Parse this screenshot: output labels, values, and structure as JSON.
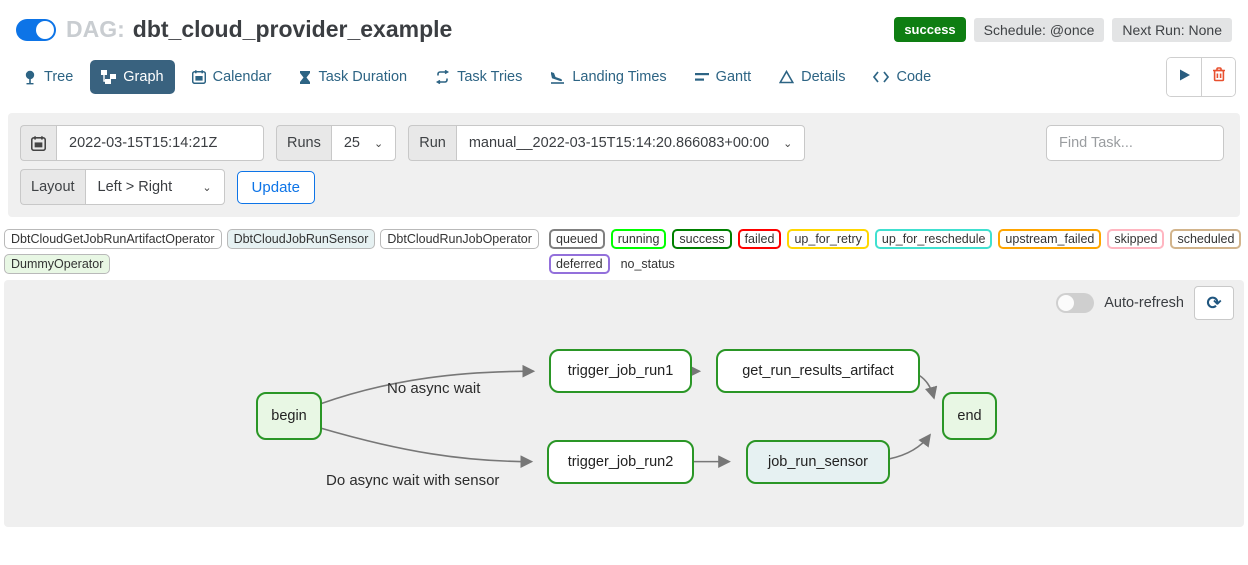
{
  "header": {
    "dag_prefix": "DAG:",
    "dag_name": "dbt_cloud_provider_example",
    "status_badge": "success",
    "schedule": "Schedule: @once",
    "next_run": "Next Run: None"
  },
  "tabs": [
    {
      "label": "Tree"
    },
    {
      "label": "Graph",
      "selected": true
    },
    {
      "label": "Calendar"
    },
    {
      "label": "Task Duration"
    },
    {
      "label": "Task Tries"
    },
    {
      "label": "Landing Times"
    },
    {
      "label": "Gantt"
    },
    {
      "label": "Details"
    },
    {
      "label": "Code"
    }
  ],
  "filter_bar": {
    "base_date": "2022-03-15T15:14:21Z",
    "runs_label": "Runs",
    "runs_value": "25",
    "run_label": "Run",
    "run_value": "manual__2022-03-15T15:14:20.866083+00:00",
    "find_task_placeholder": "Find Task...",
    "layout_label": "Layout",
    "layout_value": "Left > Right",
    "update_label": "Update"
  },
  "legend": {
    "operators": [
      {
        "label": "DbtCloudGetJobRunArtifactOperator",
        "bg": "#ffffff"
      },
      {
        "label": "DbtCloudJobRunSensor",
        "bg": "#e6f1f2"
      },
      {
        "label": "DbtCloudRunJobOperator",
        "bg": "#ffffff"
      },
      {
        "label": "DummyOperator",
        "bg": "#e8f7e4"
      }
    ],
    "statuses": [
      {
        "label": "queued",
        "color": "#808080"
      },
      {
        "label": "running",
        "color": "#00ff00"
      },
      {
        "label": "success",
        "color": "#008000"
      },
      {
        "label": "failed",
        "color": "#ff0000"
      },
      {
        "label": "up_for_retry",
        "color": "#ffd700"
      },
      {
        "label": "up_for_reschedule",
        "color": "#40e0d0"
      },
      {
        "label": "upstream_failed",
        "color": "#ffa500"
      },
      {
        "label": "skipped",
        "color": "#ffb6c1"
      },
      {
        "label": "scheduled",
        "color": "#d2b48c"
      },
      {
        "label": "deferred",
        "color": "#9370db"
      }
    ],
    "no_status_label": "no_status"
  },
  "graph": {
    "auto_refresh_label": "Auto-refresh",
    "auto_refresh_on": false,
    "node_border_color": "#2a9626",
    "edge_color": "#777777",
    "nodes": [
      {
        "id": "begin",
        "label": "begin",
        "fill": "#e8f7e4"
      },
      {
        "id": "trigger_job_run1",
        "label": "trigger_job_run1",
        "fill": "#ffffff"
      },
      {
        "id": "get_run_results_artifact",
        "label": "get_run_results_artifact",
        "fill": "#ffffff"
      },
      {
        "id": "end",
        "label": "end",
        "fill": "#e8f7e4"
      },
      {
        "id": "trigger_job_run2",
        "label": "trigger_job_run2",
        "fill": "#ffffff"
      },
      {
        "id": "job_run_sensor",
        "label": "job_run_sensor",
        "fill": "#e6f1f2"
      }
    ],
    "edges": [
      {
        "from": "begin",
        "to": "trigger_job_run1",
        "label": "No async wait"
      },
      {
        "from": "begin",
        "to": "trigger_job_run2",
        "label": "Do async wait with sensor"
      },
      {
        "from": "trigger_job_run1",
        "to": "get_run_results_artifact"
      },
      {
        "from": "get_run_results_artifact",
        "to": "end"
      },
      {
        "from": "trigger_job_run2",
        "to": "job_run_sensor"
      },
      {
        "from": "job_run_sensor",
        "to": "end"
      }
    ],
    "edge_labels": [
      {
        "text": "No async wait"
      },
      {
        "text": "Do async wait with sensor"
      }
    ]
  },
  "colors": {
    "accent_blue": "#0d74e7",
    "selected_tab_bg": "#39627f",
    "tab_text": "#2d6484",
    "success_badge_bg": "#0e7e12",
    "panel_bg": "#f0f0f0",
    "trash_red": "#e8502f"
  }
}
